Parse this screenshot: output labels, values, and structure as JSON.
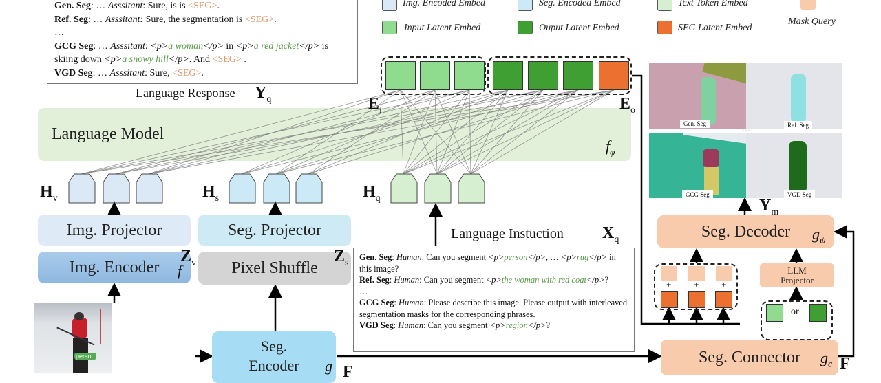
{
  "response_box": {
    "gen": {
      "label": "Gen. Seg",
      "pre": ": … ",
      "role": "Asssitant",
      "t1": ": Sure, is is ",
      "seg": "<SEG>",
      "end": "."
    },
    "ref": {
      "label": "Ref. Seg",
      "pre": ": … ",
      "role": "Asssitant:",
      "t1": " Sure, the segmentation is ",
      "seg": "<SEG>",
      "end": "."
    },
    "ellipsis": "…",
    "gcg": {
      "label": "GCG Seg",
      "pre": ": … ",
      "role": "Asssitant",
      "t1": ": ",
      "p1": "<p>",
      "g1": "a woman",
      "p1e": "</p>",
      "t2": "  in ",
      "p2": "<p>",
      "g2": "a red jacket",
      "p2e": "</p>",
      "t3": " is skiing down ",
      "p3": "<p>",
      "g3": "a snowy hill",
      "p3e": "</p>",
      "t4": ".  And ",
      "seg": "<SEG>",
      "end": " ."
    },
    "vgd": {
      "label": "VGD Seg",
      "pre": ": … ",
      "role": "Asssitant",
      "t1": ": Sure, ",
      "seg": "<SEG>",
      "end": "."
    }
  },
  "legend": {
    "img_encoded": "Img. Encoded Embed",
    "seg_encoded": "Seg. Encoded Embed",
    "text_token": "Text Token Embed",
    "mask_query": "Mask Query",
    "input_latent": "Input Latent Embed",
    "output_latent": "Ouput Latent Embed",
    "seg_latent": "SEG Latent Embed"
  },
  "labels": {
    "language_response": "Language Response",
    "Y": "Y",
    "q": "q",
    "E": "E",
    "i": "i",
    "o": "o",
    "language_model": "Language Model",
    "f": "f",
    "phi": "ϕ",
    "H": "H",
    "v": "v",
    "s": "s",
    "img_projector": "Img. Projector",
    "seg_projector": "Seg. Projector",
    "img_encoder": "Img. Encoder",
    "pixel_shuffle": "Pixel Shuffle",
    "Z": "Z",
    "language_instruction": "Language Instuction",
    "X": "X",
    "seg_encoder": "Seg. Encoder",
    "g": "g",
    "m": "m",
    "seg_decoder": "Seg. Decoder",
    "psi": "ψ",
    "llm_projector": "LLM Projector",
    "or": "or",
    "seg_connector": "Seg. Connector",
    "c": "c",
    "F": "F",
    "plus": "+",
    "person": "person",
    "ellipsis": "…"
  },
  "panels": [
    "Gen. Seg",
    "Ref. Seg",
    "GCG Seg",
    "VGD Seg"
  ],
  "instruction_box": {
    "gen": {
      "label": "Gen. Seg",
      "role": "Human",
      "t1": ": Can you segment ",
      "p": "<p>",
      "g1": "person",
      "pe": "</p>",
      "t2": ", … ",
      "g2": "rug",
      "t3": " in this image?"
    },
    "ref": {
      "label": "Ref. Seg",
      "role": "Human",
      "t1": ": Can you segment ",
      "p": "<p>",
      "g1": "the woman with red coat",
      "pe": "</p>",
      "t2": "?"
    },
    "ellipsis": "…",
    "gcg": {
      "label": "GCG Seg",
      "role": "Human",
      "t1": ": Please describe this image. Please output with interleaved segmentation masks for the corresponding phrases."
    },
    "vgd": {
      "label": "VGD Seg",
      "role": "Human",
      "t1": ": Can you segment ",
      "p": "<p>",
      "g1": "region",
      "pe": "</p>",
      "t2": "?"
    }
  },
  "colors": {
    "img_embed": "#dbe8f5",
    "seg_embed": "#cce9f7",
    "text_embed": "#d5efd0",
    "input_latent": "#8fdc8f",
    "output_latent": "#3f9f32",
    "seg_latent": "#ec7030",
    "mask_query": "#f8cbad",
    "lm": "#e2f0d9"
  }
}
